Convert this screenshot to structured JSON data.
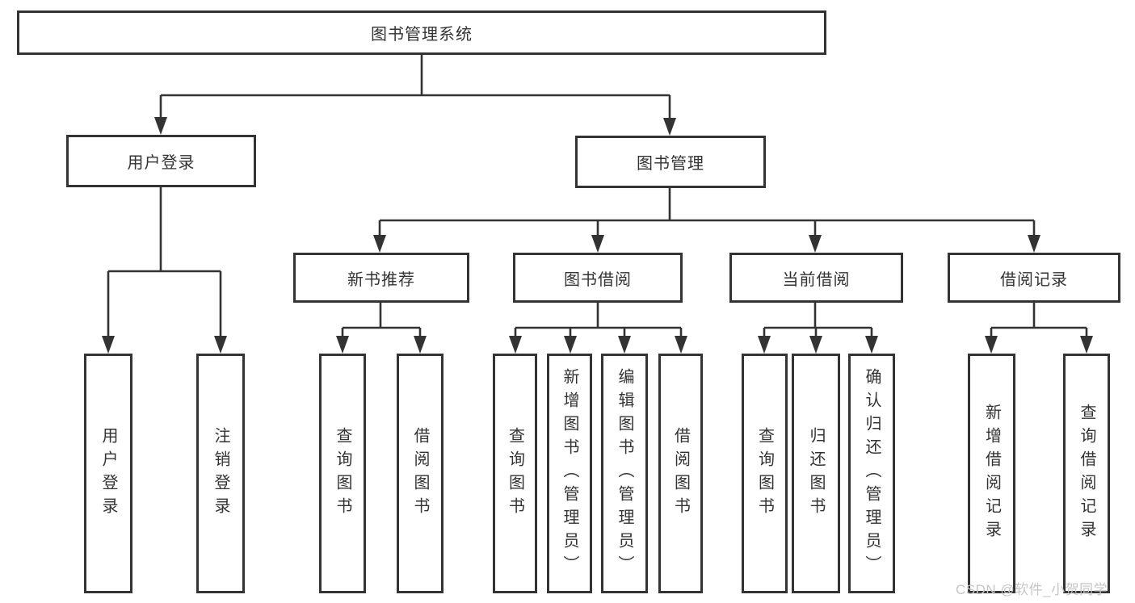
{
  "tree": {
    "root": {
      "label": "图书管理系统",
      "children": [
        {
          "label": "用户登录",
          "children": [
            {
              "label": "用户登录"
            },
            {
              "label": "注销登录"
            }
          ]
        },
        {
          "label": "图书管理",
          "children": [
            {
              "label": "新书推荐",
              "children": [
                {
                  "label": "查询图书"
                },
                {
                  "label": "借阅图书"
                }
              ]
            },
            {
              "label": "图书借阅",
              "children": [
                {
                  "label": "查询图书"
                },
                {
                  "label": "新增图书（管理员）"
                },
                {
                  "label": "编辑图书（管理员）"
                },
                {
                  "label": "借阅图书"
                }
              ]
            },
            {
              "label": "当前借阅",
              "children": [
                {
                  "label": "查询图书"
                },
                {
                  "label": "归还图书"
                },
                {
                  "label": "确认归还（管理员）"
                }
              ]
            },
            {
              "label": "借阅记录",
              "children": [
                {
                  "label": "新增借阅记录"
                },
                {
                  "label": "查询借阅记录"
                }
              ]
            }
          ]
        }
      ]
    }
  },
  "watermark": "CSDN @软件_小贺同学",
  "colors": {
    "line": "#333333",
    "text": "#333333",
    "watermark": "#c6c6c6",
    "bg": "#ffffff"
  }
}
